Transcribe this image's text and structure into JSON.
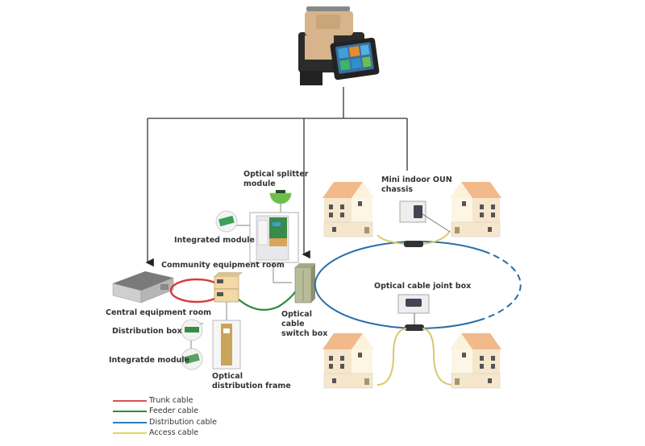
{
  "diagram": {
    "type": "FTTH optical network topology",
    "nodes": {
      "fusion_splicer": {
        "label": ""
      },
      "optical_splitter_module": {
        "label": "Optical splitter module",
        "line1": "Optical splitter",
        "line2": "module"
      },
      "integrated_module_top": {
        "label": "Integrated module"
      },
      "community_equipment_room": {
        "label": "Community equipment room"
      },
      "central_equipment_room": {
        "label": "Central equipment room"
      },
      "distribution_box": {
        "label": "Distribution box"
      },
      "integrated_module_bottom": {
        "label": "Integratde module"
      },
      "optical_distribution_frame": {
        "label": "Optical distribution frame",
        "line1": "Optical",
        "line2": "distribution frame"
      },
      "optical_cable_switch_box": {
        "label": "Optical cable switch box",
        "line1": "Optical",
        "line2": "cable",
        "line3": "switch box"
      },
      "mini_indoor_oun_chassis": {
        "label": "Mini indoor OUN chassis",
        "line1": "Mini indoor OUN",
        "line2": "chassis"
      },
      "optical_cable_joint_box": {
        "label": "Optical cable joint box"
      }
    },
    "legend": [
      {
        "label": "Trunk cable",
        "color": "#d9534f"
      },
      {
        "label": "Feeder cable",
        "color": "#2e8b3e"
      },
      {
        "label": "Distribution cable",
        "color": "#2f7fb5"
      },
      {
        "label": "Access cable",
        "color": "#e8d35a"
      }
    ],
    "colors": {
      "trunk": "#d93a3a",
      "feeder": "#2e8b3e",
      "distribution": "#2a6fa8",
      "access": "#d9c96a",
      "house_wall": "#f6e6cc",
      "house_roof": "#f2b98a",
      "connector": "#555555"
    }
  }
}
